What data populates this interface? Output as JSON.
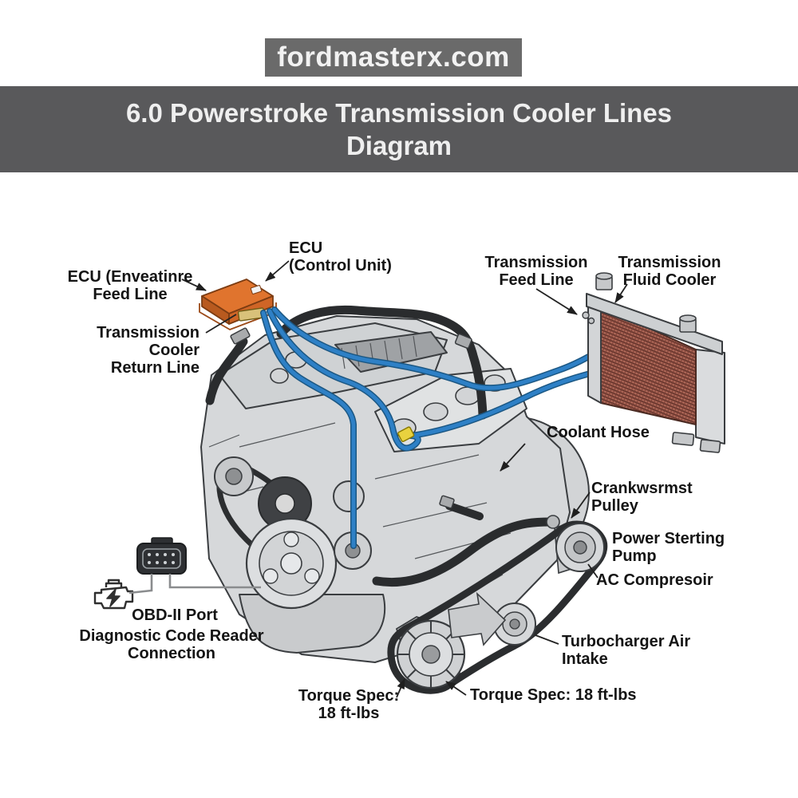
{
  "site_banner": {
    "text": "fordmasterx.com"
  },
  "title_bar": {
    "full_text": "6.0 Powerstroke Transmission Cooler Lines Diagram",
    "line1": "6.0 Powerstroke Transmission Cooler Lines",
    "line2": "Diagram"
  },
  "labels": {
    "ecu_unit": {
      "line1": "ECU",
      "line2": "(Control Unit)"
    },
    "feed_line_left": {
      "line1": "ECU (Enveatinre",
      "line2": "Feed Line"
    },
    "cooler_return": {
      "line1": "Transmission Cooler",
      "line2": "Return Line"
    },
    "feed_line_right": {
      "line1": "Transmission",
      "line2": "Feed Line"
    },
    "fluid_cooler": {
      "line1": "Transmission",
      "line2": "Fluid Cooler"
    },
    "coolant_hose": {
      "text": "Coolant Hose"
    },
    "crank_pulley": {
      "line1": "Crankwsrmst",
      "line2": "Pulley"
    },
    "power_steering": {
      "line1": "Power Sterting",
      "line2": "Pump"
    },
    "ac_compressor": {
      "text": "AC Compresoir"
    },
    "turbo_intake": {
      "line1": "Turbocharger Air",
      "line2": "Intake"
    },
    "obd_port": {
      "text": "OBD-II Port"
    },
    "obd_connection": {
      "line1": "Diagnostic Code Reader",
      "line2": "Connection"
    },
    "torque_left": {
      "line1": "Torque Spec:",
      "line2": "18 ft-lbs"
    },
    "torque_right": {
      "text": "Torque Spec: 18 ft-lbs"
    }
  },
  "torque_spec_value": "18 ft-lbs",
  "colors": {
    "banner_bg": "#6a6a6a",
    "title_bg": "#59595b",
    "ecu_orange": "#e0742e",
    "line_blue": "#2e80c6",
    "fitting_yellow": "#e8d23f",
    "cooler_core": "#b06a5c",
    "engine_gray": "#d6d8da",
    "hose_black": "#2a2c2e",
    "outline": "#3a3d40"
  }
}
